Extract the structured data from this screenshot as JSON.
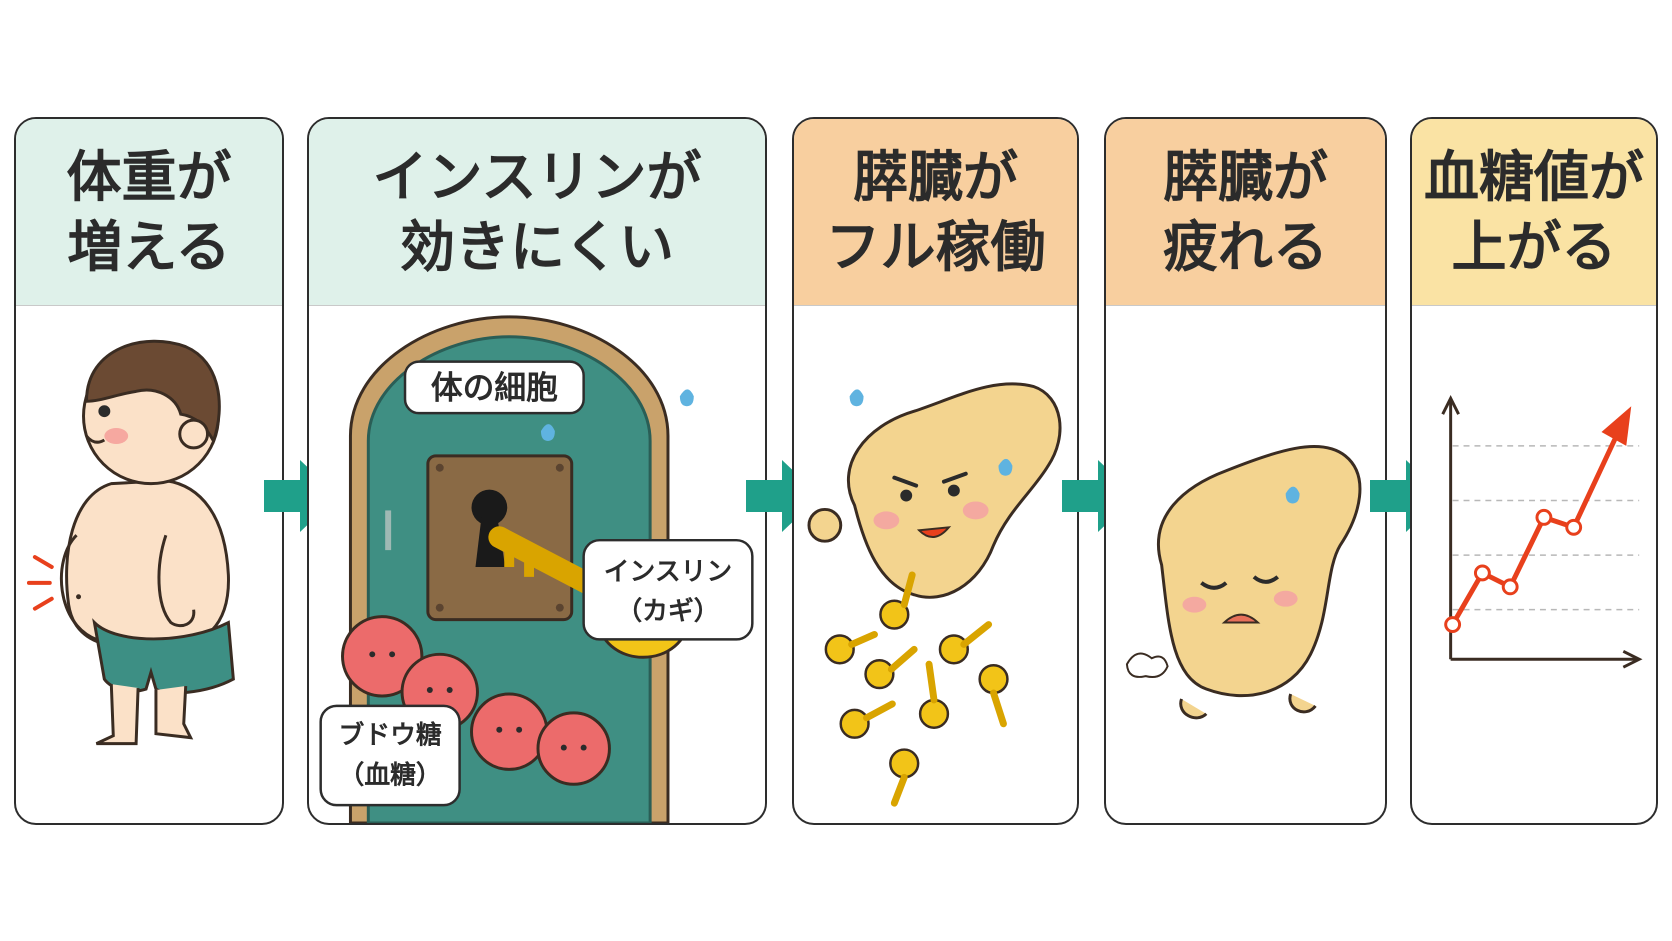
{
  "steps": [
    {
      "line1": "体重が",
      "line2": "増える"
    },
    {
      "line1": "インスリンが",
      "line2": "効きにくい"
    },
    {
      "line1": "膵臓が",
      "line2": "フル稼働"
    },
    {
      "line1": "膵臓が",
      "line2": "疲れる"
    },
    {
      "line1": "血糖値が",
      "line2": "上がる"
    }
  ],
  "labels": {
    "cell": "体の細胞",
    "insulin_line1": "インスリン",
    "insulin_line2": "（カギ）",
    "glucose_line1": "ブドウ糖",
    "glucose_line2": "（血糖）"
  },
  "colors": {
    "mint_header": "#dff1ea",
    "peach_header": "#f8cf9f",
    "yellow_header": "#fae3a4",
    "arrow": "#1fa08a",
    "chart_line": "#e8401c",
    "door": "#3f8f83",
    "pancreas": "#f3d48f",
    "glucose": "#ec6b6b",
    "key": "#f2c418"
  },
  "icons": [
    "chubby-boy-icon",
    "cell-door-icon",
    "key-character-icon",
    "glucose-characters-icon",
    "energetic-pancreas-icon",
    "tired-pancreas-icon",
    "rising-line-chart-icon",
    "flow-arrow-icon"
  ]
}
